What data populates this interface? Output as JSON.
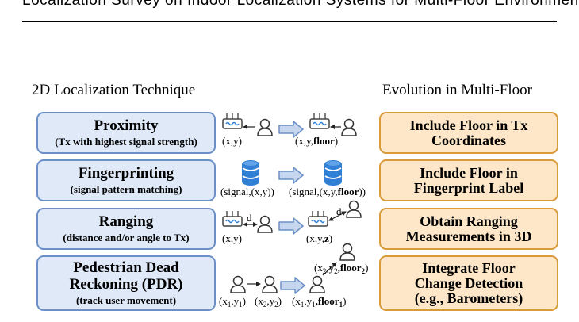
{
  "header_text": "Localization Survey on Indoor Localization Systems for Multi-Floor Environments",
  "headings": {
    "left": "2D Localization Technique",
    "right": "Evolution in Multi-Floor"
  },
  "techniques": [
    {
      "title": "Proximity",
      "subtitle": "(Tx with highest signal strength)",
      "evolution": [
        "Include Floor in Tx",
        "Coordinates"
      ]
    },
    {
      "title": "Fingerprinting",
      "subtitle": "(signal pattern matching)",
      "evolution": [
        "Include Floor in",
        "Fingerprint Label"
      ]
    },
    {
      "title": "Ranging",
      "subtitle": "(distance and/or angle to Tx)",
      "evolution": [
        "Obtain Ranging",
        "Measurements in 3D"
      ]
    },
    {
      "title_lines": [
        "Pedestrian Dead",
        "Reckoning (PDR)"
      ],
      "subtitle": "(track user movement)",
      "evolution": [
        "Integrate Floor",
        "Change Detection",
        "(e.g., Barometers)"
      ]
    }
  ],
  "labels": {
    "prox_before": "(x,y)",
    "prox_after_pre": "(x,y,",
    "prox_after_bold": "floor",
    "prox_after_post": ")",
    "fp_before": "(signal,(x,y))",
    "fp_after_pre": "(signal,(x,y,",
    "fp_after_bold": "floor",
    "fp_after_post": "))",
    "rng_d": "d",
    "rng_before": "(x,y)",
    "rng_after_pre": "(x,y,",
    "rng_after_bold": "z",
    "rng_after_post": ")",
    "pdr_p1": {
      "pre": "(x",
      "s1": "1",
      "mid": ",y",
      "s2": "1",
      "post": ")"
    },
    "pdr_p2": {
      "pre": "(x",
      "s1": "2",
      "mid": ",y",
      "s2": "2",
      "post": ")"
    },
    "pdr_p3": {
      "pre": "(x",
      "s1": "1",
      "mid": ",y",
      "s2": "1",
      "bold": ",floor",
      "s3": "1",
      "post": ")"
    },
    "pdr_p4": {
      "pre": "(x",
      "s1": "2",
      "mid": ",y",
      "s2": "2",
      "bold": ",floor",
      "s3": "2",
      "post": ")"
    }
  },
  "colors": {
    "left_fill": "#dfe9f7",
    "left_border": "#6b8fc6",
    "right_fill": "#fde7c8",
    "right_border": "#d99a3a",
    "arrow_fill": "#c6d6ee",
    "arrow_border": "#6b8fc6",
    "database": "#2f7fd6"
  },
  "icons": [
    "router-icon",
    "person-icon",
    "database-icon",
    "transition-arrow-icon"
  ]
}
